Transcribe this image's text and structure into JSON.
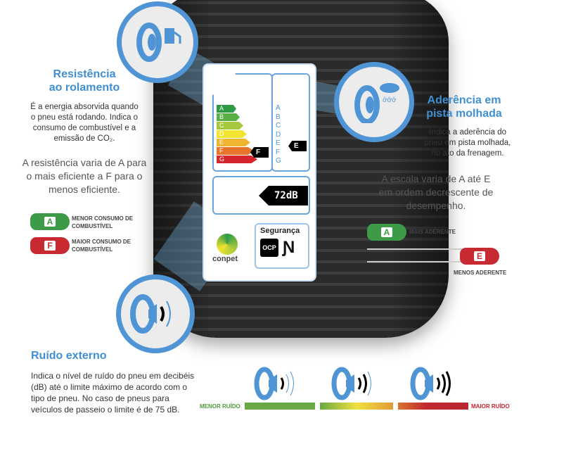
{
  "rolling": {
    "title_1": "Resistência",
    "title_2": "ao rolamento",
    "desc": "É a energia absorvida quando o pneu está rodando. Indica o consumo de combustível e a emissão de CO₂.",
    "scale": "A resistência varia de A para o mais eficiente a F para o menos eficiente.",
    "best_letter": "A",
    "best_label": "MENOR CONSUMO DE COMBUSTÍVEL",
    "worst_letter": "F",
    "worst_label": "MAIOR CONSUMO DE COMBUSTÍVEL"
  },
  "wet": {
    "title_1": "Aderência em",
    "title_2": "pista molhada",
    "desc": "Indica a aderência do pneu em pista molhada, no ato da frenagem.",
    "scale": "A escala varia de A até E em ordem decrescente de desempenho.",
    "best_letter": "A",
    "best_label": "MAIS ADERENTE",
    "worst_letter": "E",
    "worst_label": "MENOS ADERENTE"
  },
  "noise": {
    "title": "Ruído externo",
    "desc": "Indica o nível de ruído do pneu em decibéis (dB) até o limite máximo de acordo com o tipo de pneu. No caso de pneus para veículos de passeio o limite é de 75 dB.",
    "low_label": "MENOR RUÍDO",
    "high_label": "MAIOR RUÍDO"
  },
  "label": {
    "fuel_classes": [
      "A",
      "B",
      "C",
      "D",
      "E",
      "F",
      "G"
    ],
    "fuel_colors": [
      "#2f9a46",
      "#59b046",
      "#a6c83c",
      "#f2e431",
      "#f0b52e",
      "#e5752a",
      "#d5262d"
    ],
    "fuel_rating": "F",
    "wet_classes": [
      "A",
      "B",
      "C",
      "D",
      "E",
      "F",
      "G"
    ],
    "wet_rating": "E",
    "noise_value": "72dB",
    "brand": "conpet",
    "cert_title": "Segurança",
    "cert_ocp": "OCP"
  }
}
